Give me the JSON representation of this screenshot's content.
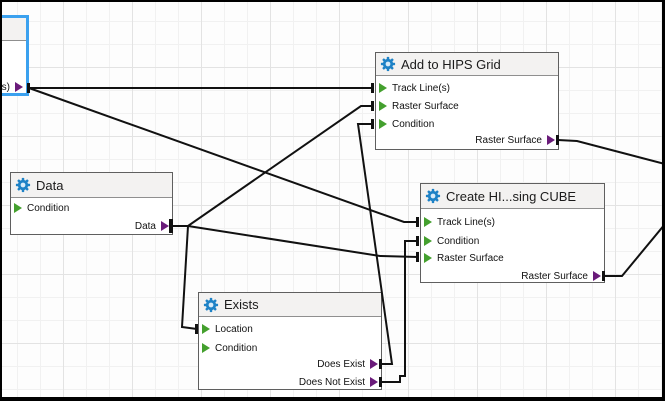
{
  "canvas": {
    "kind": "workflow-node-graph",
    "grid_minor_color": "#f1f1f1",
    "grid_major_color": "#e3e3e3",
    "frame_color": "#000000"
  },
  "colors": {
    "selection_border": "#3ba1ef",
    "node_border": "#5f5f5f",
    "title_bar_bg": "#f3f2f1",
    "input_port_arrow": "#44a02e",
    "output_port_arrow": "#6a1b7a",
    "gear_icon": "#1e82c6",
    "connection_line": "#111111"
  },
  "nodes": {
    "partial": {
      "title": "",
      "outputs": [
        "(s)"
      ]
    },
    "add_to_hips_grid": {
      "title": "Add to HIPS Grid",
      "inputs": [
        "Track Line(s)",
        "Raster Surface",
        "Condition"
      ],
      "outputs": [
        "Raster Surface"
      ]
    },
    "data": {
      "title": "Data",
      "inputs": [
        "Condition"
      ],
      "outputs": [
        "Data"
      ]
    },
    "exists": {
      "title": "Exists",
      "inputs": [
        "Location",
        "Condition"
      ],
      "outputs": [
        "Does Exist",
        "Does Not Exist"
      ]
    },
    "create_hips_cube": {
      "title": "Create HI...sing CUBE",
      "inputs": [
        "Track Line(s)",
        "Condition",
        "Raster Surface"
      ],
      "outputs": [
        "Raster Surface"
      ]
    }
  },
  "connections": [
    {
      "from": "partial.(s)",
      "to": "add_to_hips_grid.Track Line(s)"
    },
    {
      "from": "partial.(s)",
      "to": "create_hips_cube.Track Line(s)"
    },
    {
      "from": "data.Data",
      "to": "add_to_hips_grid.Raster Surface"
    },
    {
      "from": "data.Data",
      "to": "create_hips_cube.Raster Surface"
    },
    {
      "from": "data.Data",
      "to": "exists.Location"
    },
    {
      "from": "exists.Does Exist",
      "to": "add_to_hips_grid.Condition"
    },
    {
      "from": "exists.Does Not Exist",
      "to": "create_hips_cube.Condition"
    },
    {
      "from": "add_to_hips_grid.Raster Surface",
      "to": "off-canvas-right"
    },
    {
      "from": "create_hips_cube.Raster Surface",
      "to": "off-canvas-right"
    }
  ]
}
